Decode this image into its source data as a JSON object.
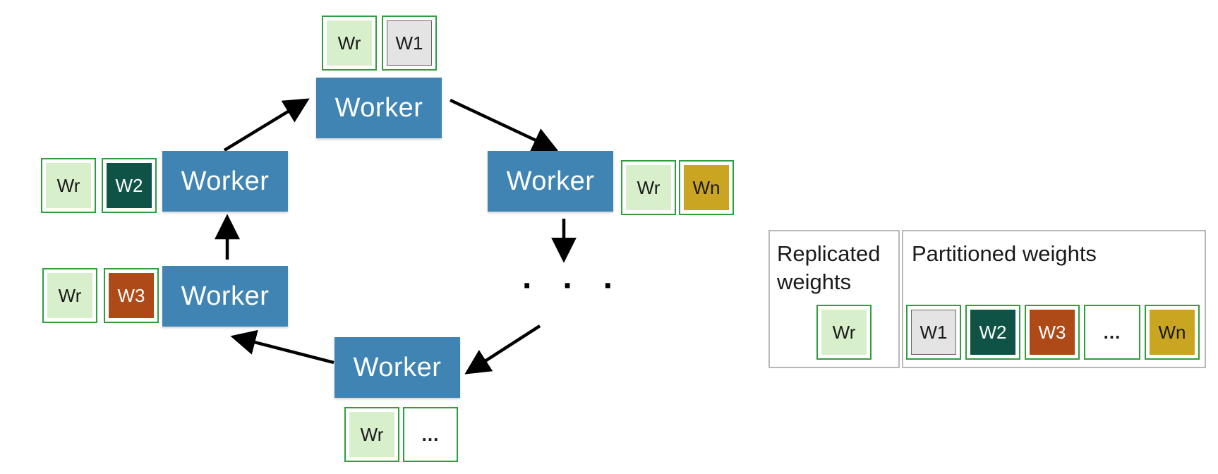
{
  "worker_label": "Worker",
  "replicated_label": "Wr",
  "ellipsis": "...",
  "ring_dots": "· · ·",
  "colors": {
    "worker": "#3f84b3",
    "wr": "#d8efcc",
    "w1": "#e4e4e4",
    "w2": "#0f5246",
    "w3": "#ad4a17",
    "wn": "#c9a521",
    "box_border": "#2f9e3e",
    "legend_border": "#b8b8b8"
  },
  "partitions": {
    "w1": "W1",
    "w2": "W2",
    "w3": "W3",
    "wn": "Wn"
  },
  "legend": {
    "replicated_title": "Replicated\nweights",
    "partitioned_title": "Partitioned weights",
    "partitioned_items": [
      "W1",
      "W2",
      "W3",
      "...",
      "Wn"
    ]
  }
}
